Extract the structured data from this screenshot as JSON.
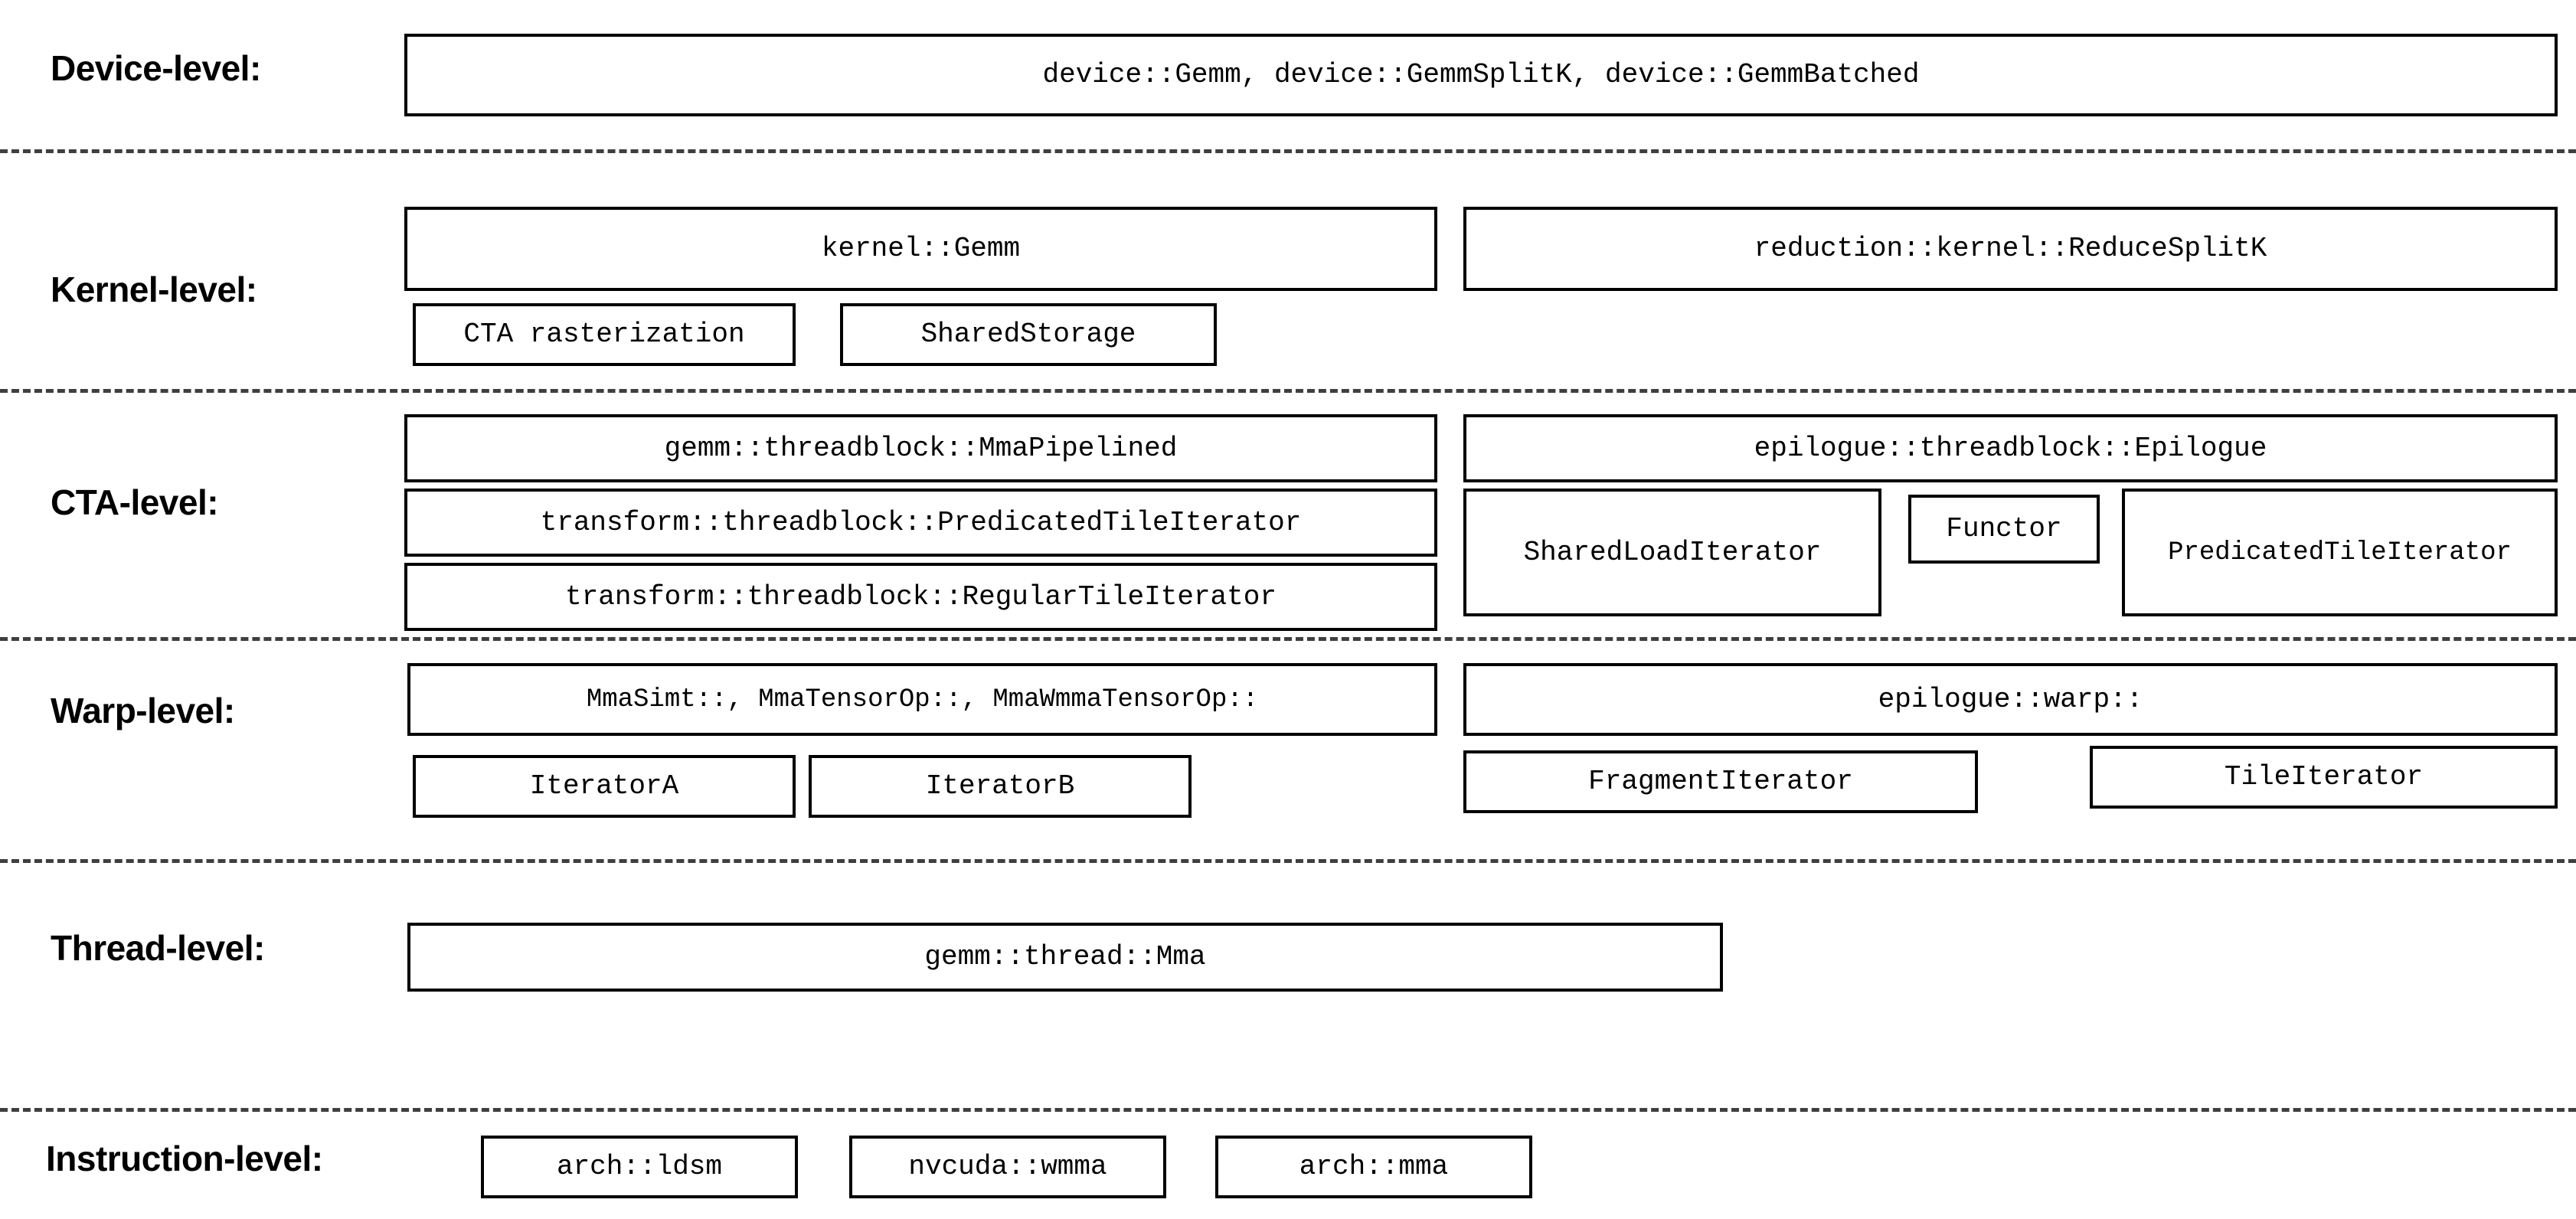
{
  "diagram": {
    "title": "CUTLASS GEMM hierarchy by abstraction level",
    "background_color": "#ffffff",
    "box_border_color": "#000000",
    "separator_color": "#3f3f3f",
    "text_color": "#000000"
  },
  "levels": [
    {
      "label": "Device-level:",
      "boxes": [
        {
          "text": "device::Gemm, device::GemmSplitK, device::GemmBatched"
        }
      ]
    },
    {
      "label": "Kernel-level:",
      "boxes": [
        {
          "text": "kernel::Gemm"
        },
        {
          "text": "reduction::kernel::ReduceSplitK"
        },
        {
          "text": "CTA rasterization"
        },
        {
          "text": "SharedStorage"
        }
      ]
    },
    {
      "label": "CTA-level:",
      "boxes": [
        {
          "text": "gemm::threadblock::MmaPipelined"
        },
        {
          "text": "epilogue::threadblock::Epilogue"
        },
        {
          "text": "transform::threadblock::PredicatedTileIterator"
        },
        {
          "text": "SharedLoadIterator"
        },
        {
          "text": "Functor"
        },
        {
          "text": "PredicatedTileIterator"
        },
        {
          "text": "transform::threadblock::RegularTileIterator"
        }
      ]
    },
    {
      "label": "Warp-level:",
      "boxes": [
        {
          "text": "MmaSimt::, MmaTensorOp::, MmaWmmaTensorOp::"
        },
        {
          "text": "epilogue::warp::"
        },
        {
          "text": "IteratorA"
        },
        {
          "text": "IteratorB"
        },
        {
          "text": "FragmentIterator"
        },
        {
          "text": "TileIterator"
        }
      ]
    },
    {
      "label": "Thread-level:",
      "boxes": [
        {
          "text": "gemm::thread::Mma"
        }
      ]
    },
    {
      "label": "Instruction-level:",
      "boxes": [
        {
          "text": "arch::ldsm"
        },
        {
          "text": "nvcuda::wmma"
        },
        {
          "text": "arch::mma"
        }
      ]
    }
  ]
}
